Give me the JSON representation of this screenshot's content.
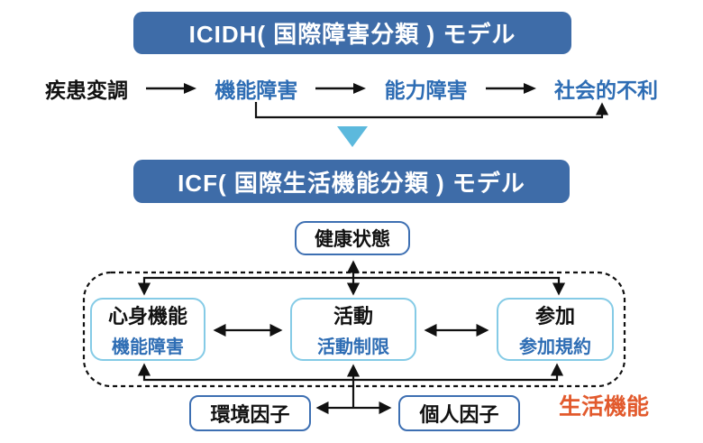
{
  "colors": {
    "banner_blue": "#3e6ca8",
    "text_blue": "#2e6db4",
    "light_blue": "#85cbe6",
    "box_border_blue": "#3d6fb2",
    "triangle_blue": "#5cb9dd",
    "accent_orange": "#e25a2d"
  },
  "icidh": {
    "title": "ICIDH( 国際障害分類 ) モデル",
    "flow": [
      "疾患変調",
      "機能障害",
      "能力障害",
      "社会的不利"
    ]
  },
  "icf": {
    "title": "ICF( 国際生活機能分類 ) モデル",
    "health_state": "健康状態",
    "domains": [
      {
        "label": "心身機能",
        "sublabel": "機能障害"
      },
      {
        "label": "活動",
        "sublabel": "活動制限"
      },
      {
        "label": "参加",
        "sublabel": "参加規約"
      }
    ],
    "factors": [
      "環境因子",
      "個人因子"
    ],
    "caption": "生活機能"
  }
}
